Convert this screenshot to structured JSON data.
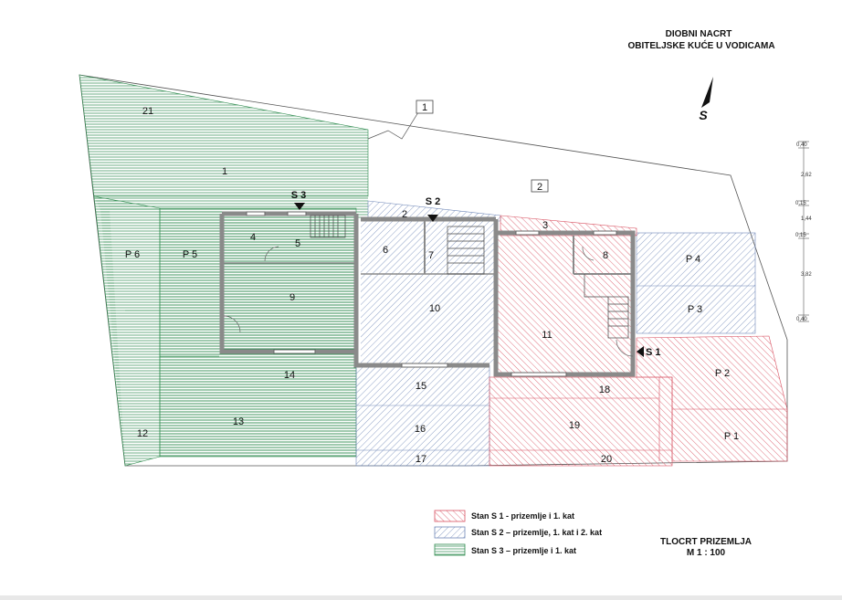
{
  "title": {
    "line1": "DIOBNI NACRT",
    "line2": "OBITELJSKE KUĆE U VODICAMA"
  },
  "compass": {
    "label": "S"
  },
  "sheet": {
    "line1": "TLOCRT PRIZEMLJA",
    "line2": "M 1 : 100"
  },
  "colors": {
    "s1": "#d85060",
    "s2": "#7088b8",
    "s3": "#2e8b4e",
    "wall": "#8a8a8a"
  },
  "legend": [
    {
      "label": "Stan S 1 - prizemlje i 1. kat"
    },
    {
      "label": "Stan S 2 – prizemlje, 1. kat i 2. kat"
    },
    {
      "label": "Stan S 3 – prizemlje i 1. kat"
    }
  ],
  "rooms": {
    "r1": "1",
    "r2": "2",
    "r3": "3",
    "r4": "4",
    "r5": "5",
    "r6": "6",
    "r7": "7",
    "r8": "8",
    "r9": "9",
    "r10": "10",
    "r11": "11",
    "r12": "12",
    "r13": "13",
    "r14": "14",
    "r15": "15",
    "r16": "16",
    "r17": "17",
    "r18": "18",
    "r19": "19",
    "r20": "20",
    "r21": "21",
    "p1": "P 1",
    "p2": "P 2",
    "p3": "P 3",
    "p4": "P 4",
    "p5": "P 5",
    "p6": "P 6"
  },
  "entrances": {
    "s1": "S 1",
    "s2": "S 2",
    "s3": "S 3"
  },
  "marker": "1",
  "dimensions": [
    "0,40",
    "2,62",
    "0,15",
    "1,44",
    "0,15",
    "3,82",
    "0,40"
  ]
}
